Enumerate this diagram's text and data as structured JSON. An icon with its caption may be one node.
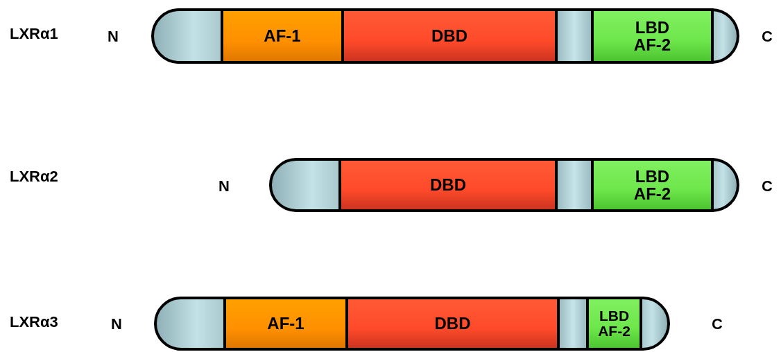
{
  "diagram": {
    "nodes": [
      {
        "text": [],
        "shape": "box"
      },
      {
        "text": [
          "AF-1"
        ]
      },
      {
        "text": [
          "DBD"
        ]
      },
      {
        "text": [],
        "shape": "box"
      },
      {
        "text": [
          "LBD AF-2"
        ]
      },
      {
        "text": [],
        "shape": "box"
      },
      {
        "text": [],
        "shape": "box"
      },
      {
        "text": [
          "DBD"
        ]
      },
      {
        "text": [],
        "shape": "box"
      },
      {
        "text": [
          "LBD AF-2"
        ]
      },
      {
        "text": [],
        "shape": "box"
      },
      {
        "text": [],
        "shape": "box"
      },
      {
        "text": [
          "AF-1"
        ]
      },
      {
        "text": [
          "DBD"
        ]
      },
      {
        "text": [],
        "shape": "box"
      },
      {
        "text": [
          "LBD AF-2"
        ]
      },
      {
        "text": [],
        "shape": "box"
      }
    ],
    "labels": [
      "LXRα1",
      "N",
      "C",
      "LXRα2",
      "N",
      "C",
      "LXRα3",
      "N",
      "C"
    ]
  }
}
